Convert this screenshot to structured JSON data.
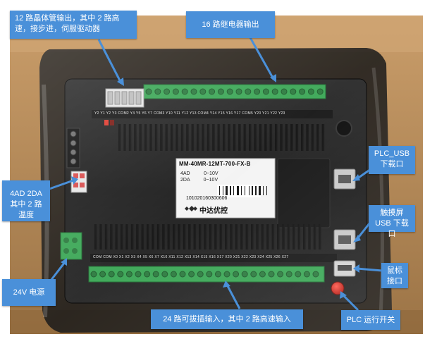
{
  "image": {
    "subject": "PLC control board photographed inside a cardboard box with annotation callouts",
    "colors": {
      "callout": "#4a90d9",
      "callout_text": "#ffffff",
      "plc_body": "#1e1e1e",
      "terminal_green": "#3aa655",
      "cardboard": "#b4895a"
    }
  },
  "plc": {
    "model": "MM-40MR-12MT-700-FX-B",
    "spec_line1": "4AD          0~10V",
    "spec_line2": "2DA          0~10V",
    "serial": "101020160300606",
    "brand": "中达优控",
    "top_terminal_labels": "Y2  Y1  Y2  Y3  COM2 Y4  Y5  Y6  Y7  COM3 Y10 Y11 Y12 Y13 COM4 Y14 Y15 Y16 Y17 COM5 Y20 Y21 Y22 Y23",
    "bottom_terminal_labels": "COM COM X0  X1  X2  X3  X4  X5  X6  X7  X10 X11 X12 X13 X14 X15 X16 X17 X20 X21 X22 X23 X24 X25 X26 X27"
  },
  "callouts": {
    "transistor_out": "12 路晶体管输出，其中 2 路高速，接步进，伺服驱动器",
    "relay_out": "16 路继电器输出",
    "analog": "4AD 2DA\n其中 2 路温度",
    "plc_usb": "PLC_USB 下载口",
    "touch_usb": "触摸屏 USB 下载口",
    "mouse": "鼠标接口",
    "power": "24V 电源",
    "inputs": "24 路可拔插输入，其中 2 路高速输入",
    "run_switch": "PLC 运行开关"
  }
}
